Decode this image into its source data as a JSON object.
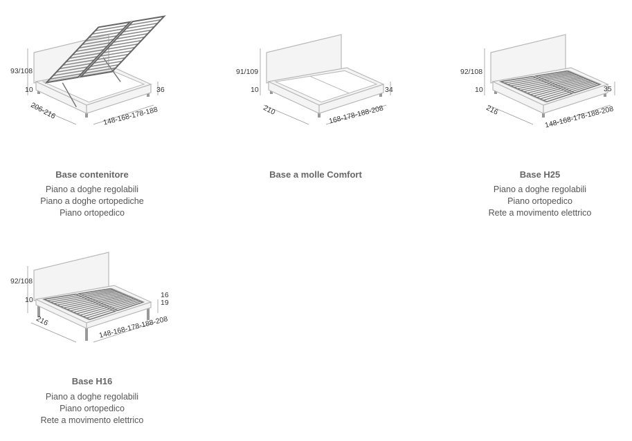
{
  "products": [
    {
      "title": "Base contenitore",
      "lines": [
        "Piano a doghe regolabili",
        "Piano a doghe ortopediche",
        "Piano ortopedico"
      ],
      "dims": {
        "height": "93/108",
        "leg": "10",
        "side": "36",
        "length": "206-216",
        "width": "148-168-178-188"
      },
      "type": "lift"
    },
    {
      "title": "Base a molle Comfort",
      "lines": [],
      "dims": {
        "height": "91/109",
        "leg": "10",
        "side": "34",
        "length": "210",
        "width": "168-178-188-208"
      },
      "type": "mattress"
    },
    {
      "title": "Base H25",
      "lines": [
        "Piano a doghe regolabili",
        "Piano ortopedico",
        "Rete a movimento elettrico"
      ],
      "dims": {
        "height": "92/108",
        "leg": "10",
        "side": "35",
        "length": "216",
        "width": "148-168-178-188-208"
      },
      "type": "slats"
    },
    {
      "title": "Base H16",
      "lines": [
        "Piano a doghe regolabili",
        "Piano ortopedico",
        "Rete a movimento elettrico"
      ],
      "dims": {
        "height": "92/108",
        "leg": "10",
        "side": "16",
        "side2": "19",
        "length": "216",
        "width": "148-168-178-188-208"
      },
      "type": "legs"
    }
  ],
  "colors": {
    "outline": "#b8b8b8",
    "fill": "#f4f4f4",
    "slat": "#8a8a8a",
    "text": "#555555"
  }
}
